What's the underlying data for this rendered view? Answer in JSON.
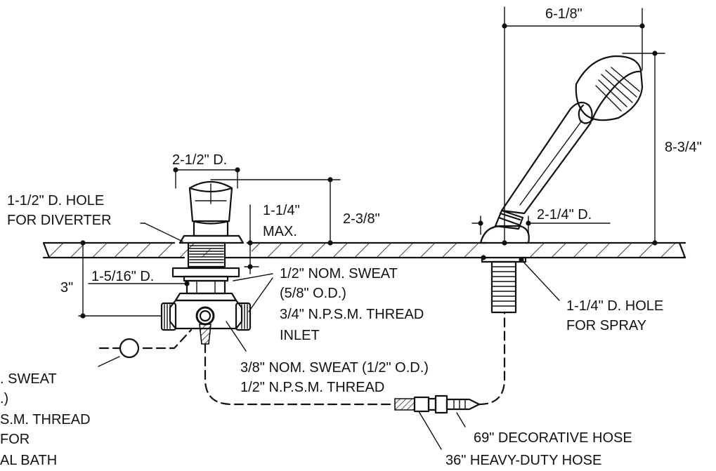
{
  "dimensions": {
    "spray_width": "6-1/8\"",
    "spray_height": "8-3/4\"",
    "diverter_diameter": "2-1/2\" D.",
    "diverter_height": "2-3/8\"",
    "max_deck": "1-1/4\"",
    "max_deck_suffix": "MAX.",
    "below_deck": "3\"",
    "shank_diameter": "1-5/16\" D.",
    "spray_base_diameter": "2-1/4\" D."
  },
  "callouts": {
    "diverter_hole": [
      "1-1/2\" D. HOLE",
      "FOR DIVERTER"
    ],
    "inlet": [
      "1/2\" NOM. SWEAT",
      "(5/8\" O.D.)",
      "3/4\" N.P.S.M. THREAD",
      "INLET"
    ],
    "spray_hole": [
      "1-1/4\" D. HOLE",
      "FOR SPRAY"
    ],
    "outlet": [
      "3/8\" NOM. SWEAT (1/2\" O.D.)",
      "1/2\" N.P.S.M. THREAD"
    ],
    "left_cut": [
      ". SWEAT",
      ".)",
      "S.M. THREAD",
      "FOR",
      "AL BATH"
    ],
    "decorative_hose": "69\" DECORATIVE HOSE",
    "heavy_duty_hose": "36\" HEAVY-DUTY HOSE"
  }
}
